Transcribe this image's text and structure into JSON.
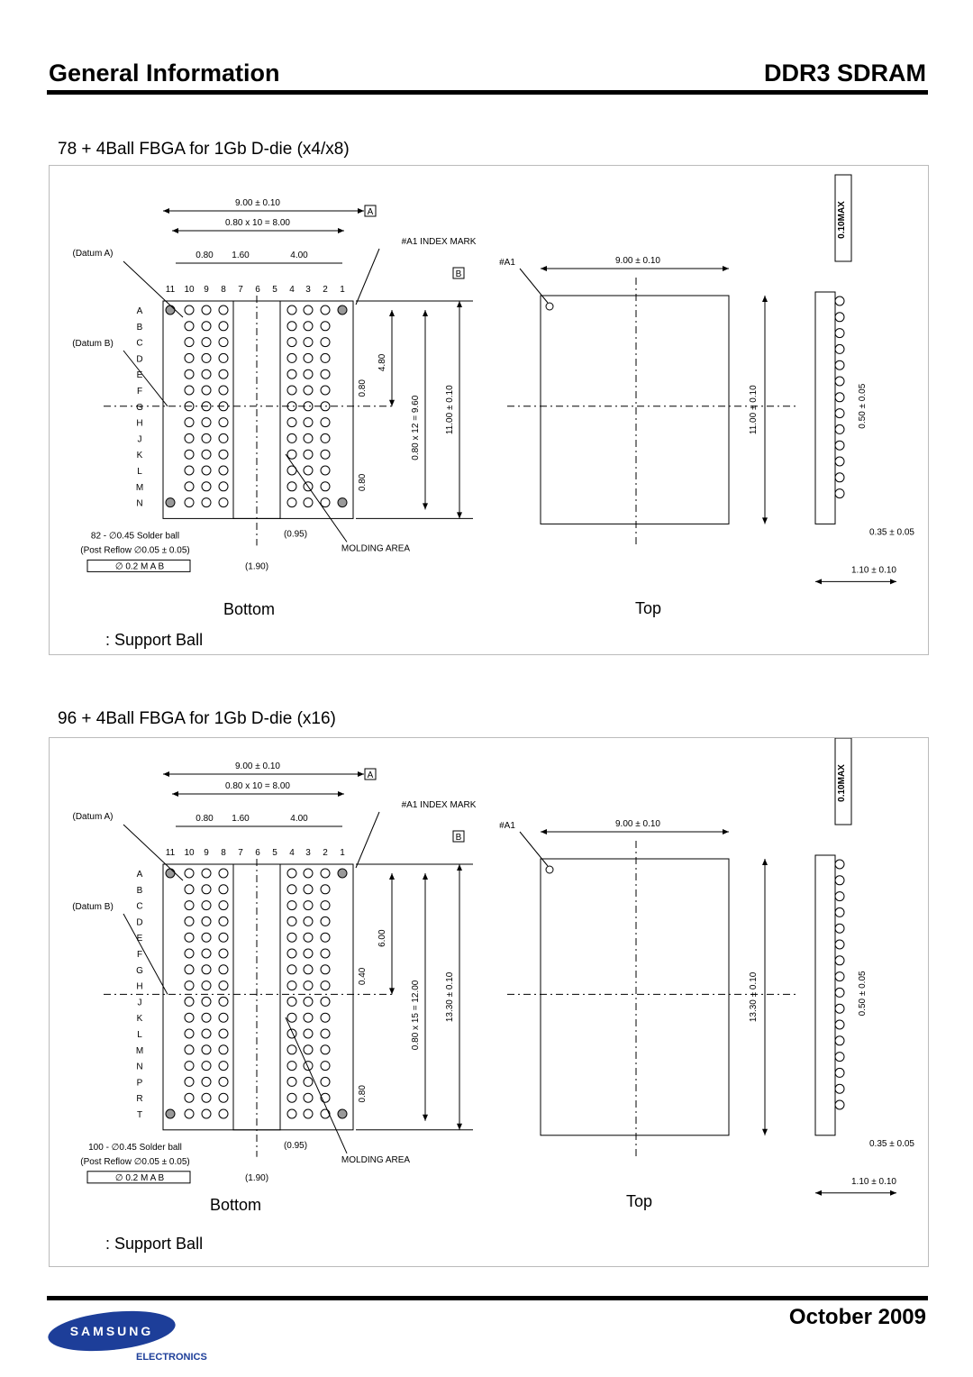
{
  "header": {
    "section": "General Information",
    "product": "DDR3 SDRAM"
  },
  "footer": {
    "date": "October 2009",
    "brand": "SAMSUNG",
    "brand_sub": "ELECTRONICS"
  },
  "package1": {
    "title": "78 + 4Ball FBGA for 1Gb D-die (x4/x8)",
    "bottom_label": "Bottom",
    "top_label": "Top",
    "support_ball": ": Support Ball",
    "dims": {
      "width": "9.00 ± 0.10",
      "span": "0.80 x 10 = 8.00",
      "pitch": "0.80",
      "gap": "1.60",
      "side": "4.00",
      "datum_a": "(Datum A)",
      "datum_b": "(Datum B)",
      "index_mark": "#A1 INDEX MARK",
      "a1": "#A1",
      "box_a": "A",
      "box_b": "B",
      "vpitch": "0.80",
      "vhalf": "4.80",
      "vspan": "0.80 x 12 = 9.60",
      "vpitch2": "0.80",
      "height": "11.00 ± 0.10",
      "height_top": "11.00 ± 0.10",
      "solder": "82 - ∅0.45 Solder ball",
      "reflow": "(Post Reflow ∅0.05 ± 0.05)",
      "tolerance": "∅ 0.2 M A B",
      "gap_095": "(0.95)",
      "gap_190": "(1.90)",
      "molding": "MOLDING AREA",
      "max": "0.10MAX",
      "ball_h": "0.50 ± 0.05",
      "stand": "0.35 ± 0.05",
      "thick": "1.10 ± 0.10"
    },
    "columns": [
      "11",
      "10",
      "9",
      "8",
      "7",
      "6",
      "5",
      "4",
      "3",
      "2",
      "1"
    ],
    "rows": [
      "A",
      "B",
      "C",
      "D",
      "E",
      "F",
      "G",
      "H",
      "J",
      "K",
      "L",
      "M",
      "N"
    ]
  },
  "package2": {
    "title": "96 + 4Ball FBGA for 1Gb D-die (x16)",
    "bottom_label": "Bottom",
    "top_label": "Top",
    "support_ball": ": Support Ball",
    "dims": {
      "width": "9.00 ± 0.10",
      "span": "0.80 x 10 = 8.00",
      "pitch": "0.80",
      "gap": "1.60",
      "side": "4.00",
      "datum_a": "(Datum A)",
      "datum_b": "(Datum B)",
      "index_mark": "#A1 INDEX MARK",
      "a1": "#A1",
      "box_a": "A",
      "box_b": "B",
      "vpitch": "0.40",
      "vhalf": "6.00",
      "vspan": "0.80 x 15 = 12.00",
      "vpitch2": "0.80",
      "height": "13.30 ± 0.10",
      "height_top": "13.30 ± 0.10",
      "solder": "100 - ∅0.45 Solder ball",
      "reflow": "(Post Reflow ∅0.05 ± 0.05)",
      "tolerance": "∅ 0.2 M A B",
      "gap_095": "(0.95)",
      "gap_190": "(1.90)",
      "molding": "MOLDING AREA",
      "max": "0.10MAX",
      "ball_h": "0.50 ± 0.05",
      "stand": "0.35 ± 0.05",
      "thick": "1.10 ± 0.10"
    },
    "columns": [
      "11",
      "10",
      "9",
      "8",
      "7",
      "6",
      "5",
      "4",
      "3",
      "2",
      "1"
    ],
    "rows": [
      "A",
      "B",
      "C",
      "D",
      "E",
      "F",
      "G",
      "H",
      "J",
      "K",
      "L",
      "M",
      "N",
      "P",
      "R",
      "T"
    ]
  },
  "colors": {
    "logo_blue": "#1d3e99",
    "support_fill": "#999999"
  }
}
